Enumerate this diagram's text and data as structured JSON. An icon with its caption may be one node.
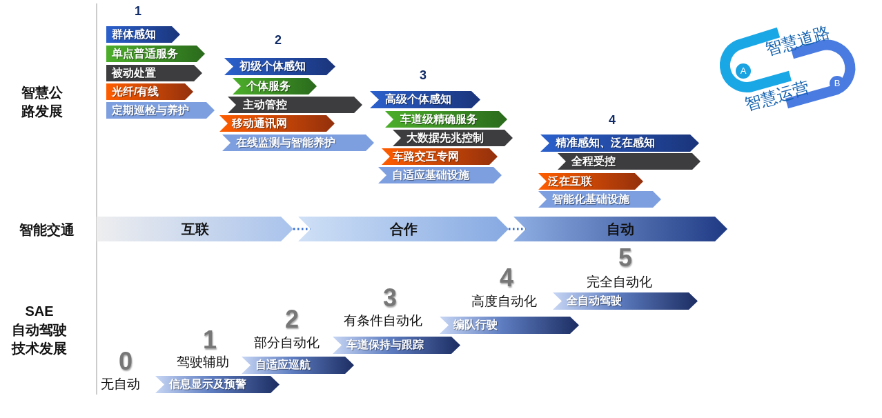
{
  "diagram": {
    "nodes": [
      {
        "text": [
          "群体感知"
        ]
      },
      {
        "text": [
          "单点普适服务"
        ]
      },
      {
        "text": [
          "被动处置"
        ]
      },
      {
        "text": [
          "光纤/有线"
        ]
      },
      {
        "text": [
          "定期巡检与养护"
        ]
      },
      {
        "text": [
          "初级个体感知"
        ]
      },
      {
        "text": [
          "个体服务"
        ]
      },
      {
        "text": [
          "主动管控"
        ]
      },
      {
        "text": [
          "移动通讯网"
        ]
      },
      {
        "text": [
          "在线监测与智能养护"
        ]
      },
      {
        "text": [
          "高级个体感知"
        ]
      },
      {
        "text": [
          "车道级精确服务"
        ]
      },
      {
        "text": [
          "大数据先兆控制"
        ]
      },
      {
        "text": [
          "车路交互专网"
        ]
      },
      {
        "text": [
          "自适应基础设施"
        ]
      },
      {
        "text": [
          "精准感知、泛在感知"
        ]
      },
      {
        "text": [
          "全程受控"
        ]
      },
      {
        "text": [
          "泛在互联"
        ]
      },
      {
        "text": [
          "智能化基础设施"
        ]
      },
      {
        "text": [
          "互联"
        ]
      },
      {
        "text": [
          "合作"
        ]
      },
      {
        "text": [
          "自动"
        ]
      },
      {
        "text": [
          "信息显示及预警"
        ]
      },
      {
        "text": [
          "自适应巡航"
        ]
      },
      {
        "text": [
          "车道保持与跟踪"
        ]
      },
      {
        "text": [
          "编队行驶"
        ]
      },
      {
        "text": [
          "全自动驾驶"
        ]
      }
    ],
    "edges": [
      {
        "from": 19,
        "to": 20,
        "arrow": "none",
        "style": "dashed"
      },
      {
        "from": 20,
        "to": 21,
        "arrow": "none",
        "style": "dashed"
      }
    ],
    "labels": [
      "1",
      "2",
      "A",
      "智慧道路",
      "3",
      "B",
      "智慧运营",
      "智慧公路发展",
      "4",
      "智能交通",
      "5",
      "完全自动化",
      "4",
      "高度自动化",
      "3",
      "有条件自动化",
      "SAE 自动驾驶技术发展",
      "2",
      "部分自动化",
      "1",
      "驾驶辅助",
      "0",
      "无自动"
    ]
  }
}
